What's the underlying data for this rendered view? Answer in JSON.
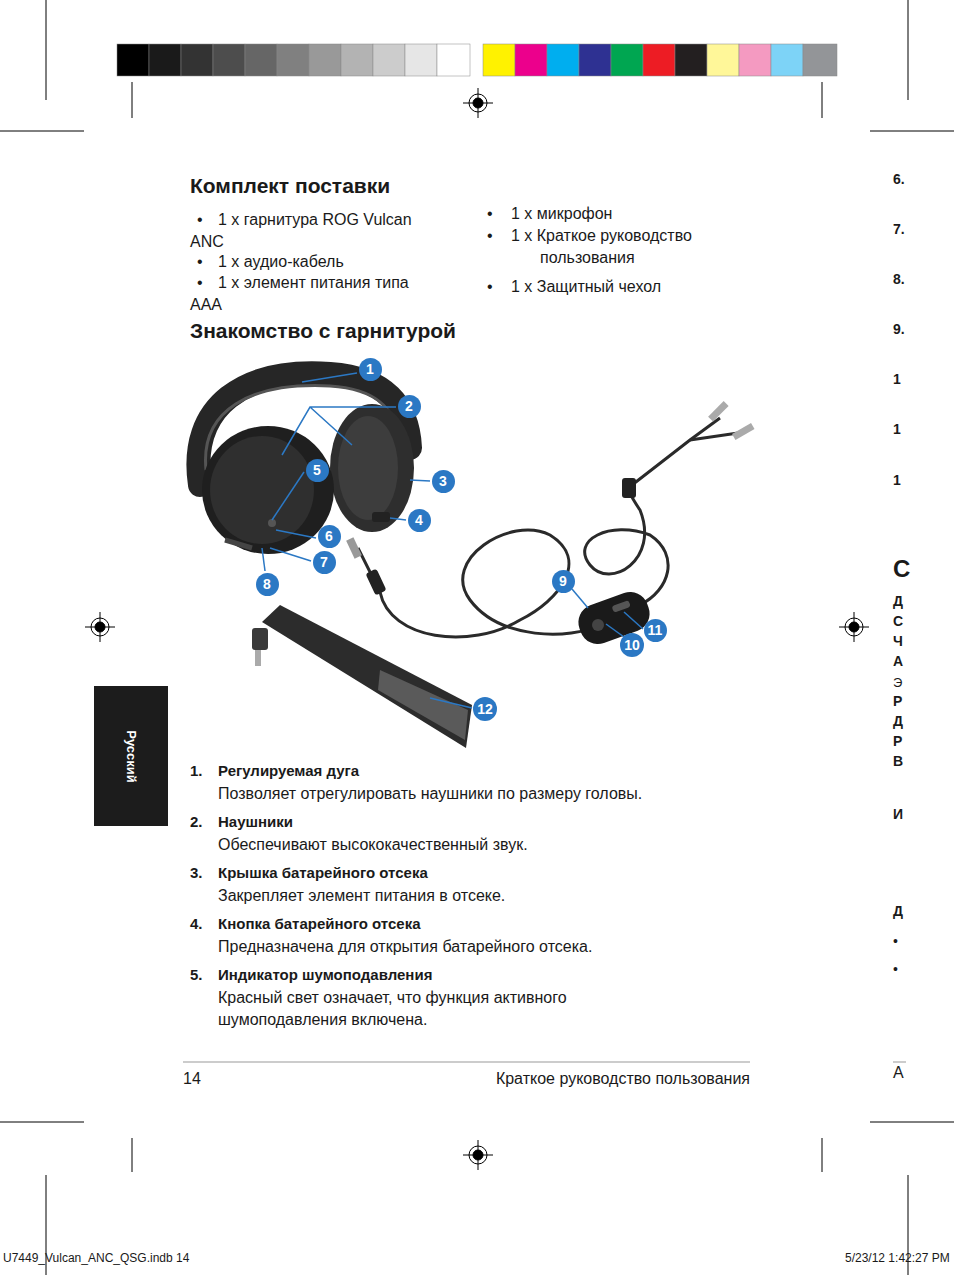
{
  "diagram": {
    "nodes": [
      {
        "text": [
          "1"
        ]
      },
      {
        "text": [
          "2"
        ]
      },
      {
        "text": [
          "3"
        ]
      },
      {
        "text": [
          "4"
        ]
      },
      {
        "text": [
          "5"
        ]
      },
      {
        "text": [
          "6"
        ]
      },
      {
        "text": [
          "7"
        ]
      },
      {
        "text": [
          "8"
        ]
      },
      {
        "text": [
          "9"
        ]
      },
      {
        "text": [
          "10"
        ]
      },
      {
        "text": [
          "11"
        ]
      },
      {
        "text": [
          "12"
        ]
      },
      {
        "text": [
          "Русский"
        ]
      }
    ],
    "labels": [
      "Комплект поставки",
      "•",
      "1 x гарнитура ROG Vulcan ANC",
      "•",
      "1 x аудио-кабель",
      "•",
      "1 x элемент питания типа AAA",
      "•",
      "1 x микрофон",
      "•",
      "1 x Краткое руководство пользования",
      "•",
      "1 x Защитный чехол",
      "Знакомство с гарнитурой",
      "1.",
      "Регулируемая дуга",
      "Позволяет отрегулировать наушники по размеру головы.",
      "2.",
      "Наушники",
      "Обеспечивают высококачественный звук.",
      "3.",
      "Крышка батарейного отсека",
      "Закрепляет элемент питания в отсеке.",
      "4.",
      "Кнопка батарейного отсека",
      "Предназначена для открытия батарейного отсека.",
      "5.",
      "Индикатор шумоподавления",
      "Красный свет означает, что функция активного шумоподавления включена.",
      "14",
      "Краткое руководство пользования",
      "U7449_Vulcan_ANC_QSG.indb   14",
      "5/23/12   1:42:27 PM",
      "6.",
      "7.",
      "8.",
      "9.",
      "1",
      "1",
      "1",
      "С",
      "Д",
      "С",
      "Ч",
      "А",
      "Э",
      "Р",
      "Д",
      "Р",
      "В",
      "И",
      "Д",
      "•",
      "•",
      "А"
    ]
  }
}
